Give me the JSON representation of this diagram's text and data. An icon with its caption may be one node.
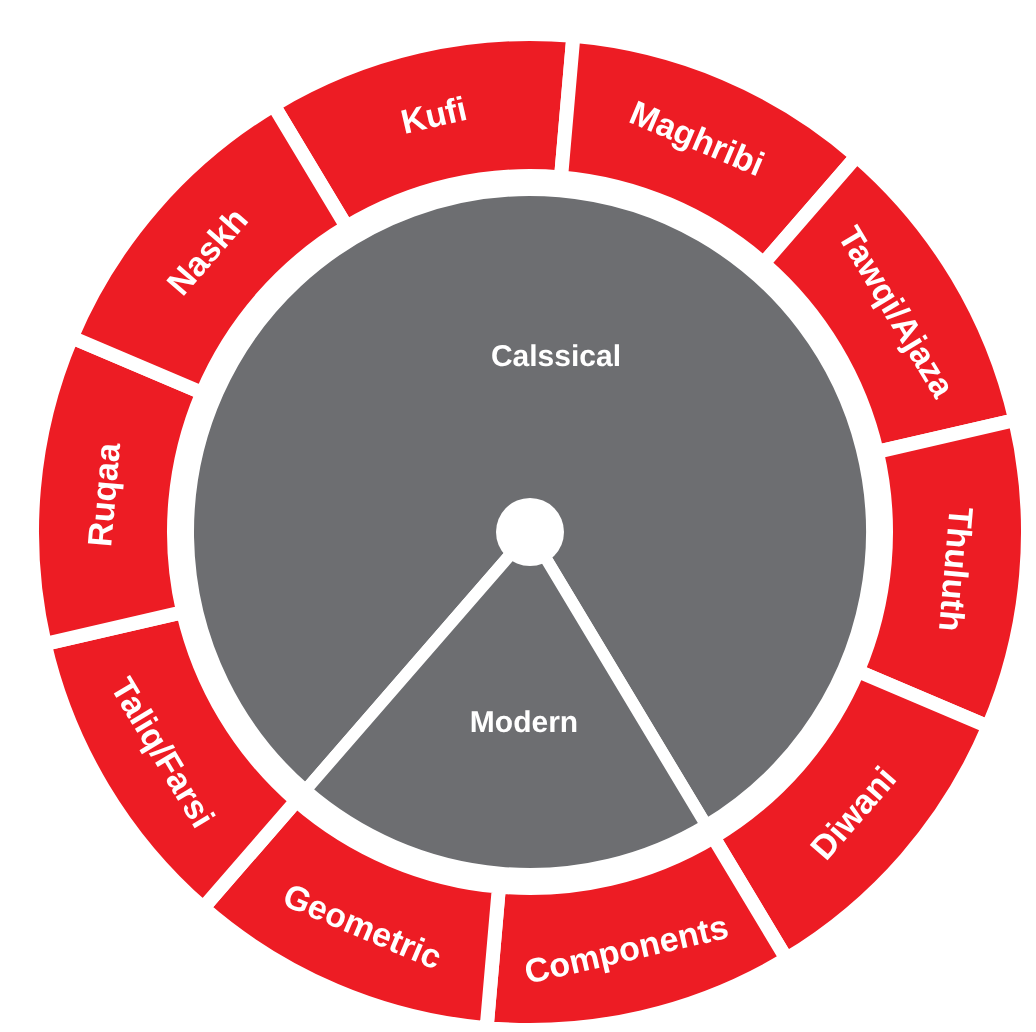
{
  "diagram": {
    "nodes": [
      {
        "text": [
          "Calssical"
        ]
      },
      {
        "text": [
          "Modern"
        ]
      },
      {
        "text": [
          "Kufi"
        ]
      },
      {
        "text": [
          "Maghribi"
        ]
      },
      {
        "text": [
          "Tawqi/Ajaza"
        ]
      },
      {
        "text": [
          "Thuluth"
        ]
      },
      {
        "text": [
          "Diwani"
        ]
      },
      {
        "text": [
          "Components"
        ]
      },
      {
        "text": [
          "Geometric"
        ]
      },
      {
        "text": [
          "Taliq/Farsi"
        ]
      },
      {
        "text": [
          "Ruqaa"
        ]
      },
      {
        "text": [
          "Naskh"
        ]
      }
    ]
  }
}
